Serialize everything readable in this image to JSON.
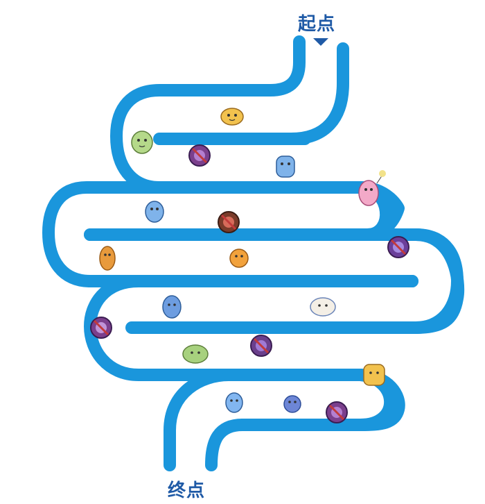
{
  "labels": {
    "start": "起点",
    "end": "终点"
  },
  "colors": {
    "track": "#1a96dc",
    "label": "#1f5aa6",
    "bad_microbe_fill": "#7b3f8c",
    "bad_microbe_ring": "#3b1d52",
    "bad_microbe_slash": "#c33a3a",
    "good_microbes": [
      "#b5d98a",
      "#f2c24e",
      "#7fb3ea",
      "#f3a9c8",
      "#7fb3ea",
      "#e89a3c",
      "#f2a23c",
      "#6d9de0",
      "#f4efe6",
      "#a7d17e",
      "#f2c24e",
      "#82b6f0",
      "#6d86d6"
    ]
  },
  "microbes": {
    "good_count": 13,
    "bad_count": 6
  }
}
